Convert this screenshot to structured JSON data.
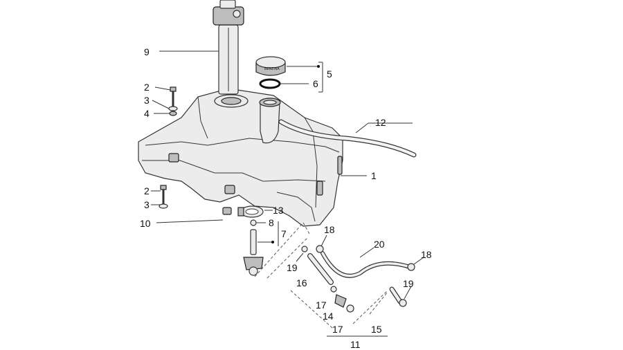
{
  "callouts": {
    "c1": "1",
    "c2a": "2",
    "c2b": "2",
    "c3a": "3",
    "c3b": "3",
    "c4": "4",
    "c5": "5",
    "c6": "6",
    "c7": "7",
    "c8": "8",
    "c9": "9",
    "c10": "10",
    "c11": "11",
    "c12": "12",
    "c13": "13",
    "c14": "14",
    "c15": "15",
    "c16": "16",
    "c17a": "17",
    "c17b": "17",
    "c18a": "18",
    "c18b": "18",
    "c19a": "19",
    "c19b": "19",
    "c20": "20"
  },
  "cap_label": "BENZINA"
}
